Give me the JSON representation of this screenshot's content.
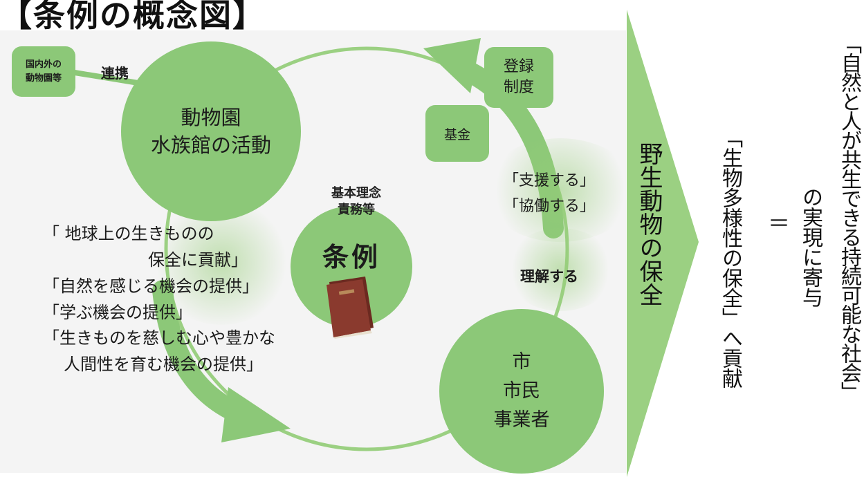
{
  "title": "【条例の概念図】",
  "boxes": {
    "partners": [
      "国内外の",
      "動物園等"
    ],
    "registration": [
      "登録",
      "制度"
    ],
    "fund": "基金"
  },
  "link_label": "連携",
  "circles": {
    "zoo": [
      "動物園",
      "水族館の活動"
    ],
    "ordinance_sub": [
      "基本理念",
      "責務等"
    ],
    "ordinance_main": "条例",
    "citizens": [
      "市",
      "市民",
      "事業者"
    ]
  },
  "support_labels": [
    "「支援する」",
    "「協働する」"
  ],
  "understand_label": "理解する",
  "contributions": [
    "「 地球上の生きものの",
    "保全に貢献」",
    "「自然を感じる機会の提供」",
    "「学ぶ機会の提供」",
    "「生きものを慈しむ心や豊かな",
    "人間性を育む機会の提供」"
  ],
  "arrow_label": "野生動物の保全",
  "right": {
    "biodiversity": "「生物多様性の保全」へ貢献",
    "equals": "＝",
    "contribution": "の実現に寄与",
    "society": "「自然と人が共生できる持続可能な社会」"
  },
  "colors": {
    "green": "#8cc878",
    "arrow_green": "#9bd082",
    "book": "#7a2f25",
    "panel": "#f4f4f4"
  },
  "icons": [
    "book-icon"
  ]
}
